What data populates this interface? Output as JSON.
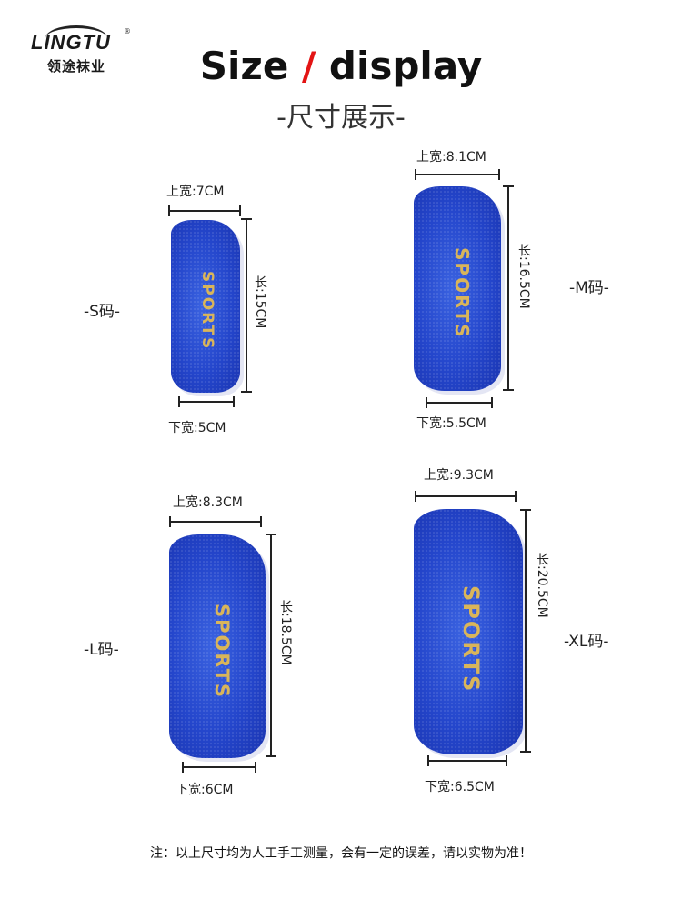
{
  "brand": {
    "logo_text": "LINGTU",
    "registered_mark": "®",
    "company_name": "领途袜业"
  },
  "header": {
    "title_left": "Size",
    "title_separator": "/",
    "title_right": "display",
    "subtitle": "-尺寸展示-",
    "accent_color": "#e31414"
  },
  "product": {
    "print_text": "SPORTS",
    "pad_color": "#2446cc",
    "print_color": "#d9b55a"
  },
  "sizes": [
    {
      "label": "-S码-",
      "top_width": "上宽:7CM",
      "length": "长:15CM",
      "bottom_width": "下宽:5CM"
    },
    {
      "label": "-M码-",
      "top_width": "上宽:8.1CM",
      "length": "长:16.5CM",
      "bottom_width": "下宽:5.5CM"
    },
    {
      "label": "-L码-",
      "top_width": "上宽:8.3CM",
      "length": "长:18.5CM",
      "bottom_width": "下宽:6CM"
    },
    {
      "label": "-XL码-",
      "top_width": "上宽:9.3CM",
      "length": "长:20.5CM",
      "bottom_width": "下宽:6.5CM"
    }
  ],
  "footer": {
    "note": "注：以上尺寸均为人工手工测量，会有一定的误差，请以实物为准！"
  }
}
